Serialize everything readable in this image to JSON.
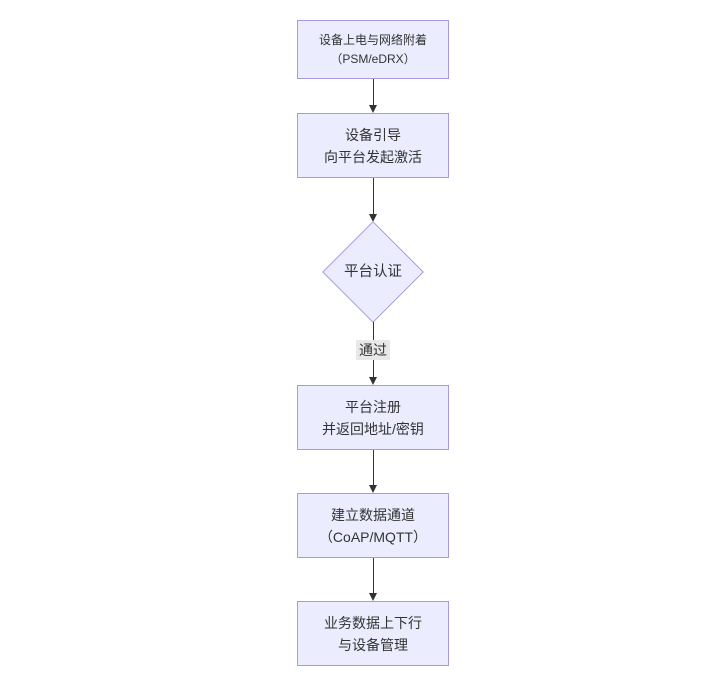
{
  "diagram": {
    "type": "flowchart-vertical",
    "background_color": "#ffffff",
    "node_fill_color": "#ECECFF",
    "node_border_color": "#a99ae0",
    "text_color": "#333333",
    "edge_color": "#333333",
    "edge_label_bg_color": "#e8e8e8",
    "nodes": [
      {
        "id": "A",
        "shape": "rect",
        "lines": [
          "设备上电与网络附着",
          "（PSM/eDRX）"
        ]
      },
      {
        "id": "B",
        "shape": "rect",
        "lines": [
          "设备引导",
          "向平台发起激活"
        ]
      },
      {
        "id": "C",
        "shape": "diamond",
        "lines": [
          "平台认证"
        ]
      },
      {
        "id": "D",
        "shape": "rect",
        "lines": [
          "平台注册",
          "并返回地址/密钥"
        ]
      },
      {
        "id": "E",
        "shape": "rect",
        "lines": [
          "建立数据通道",
          "（CoAP/MQTT）"
        ]
      },
      {
        "id": "F",
        "shape": "rect",
        "lines": [
          "业务数据上下行",
          "与设备管理"
        ]
      }
    ],
    "edges": [
      {
        "from": "A",
        "to": "B",
        "label": ""
      },
      {
        "from": "B",
        "to": "C",
        "label": ""
      },
      {
        "from": "C",
        "to": "D",
        "label": "通过"
      },
      {
        "from": "D",
        "to": "E",
        "label": ""
      },
      {
        "from": "E",
        "to": "F",
        "label": ""
      }
    ]
  }
}
